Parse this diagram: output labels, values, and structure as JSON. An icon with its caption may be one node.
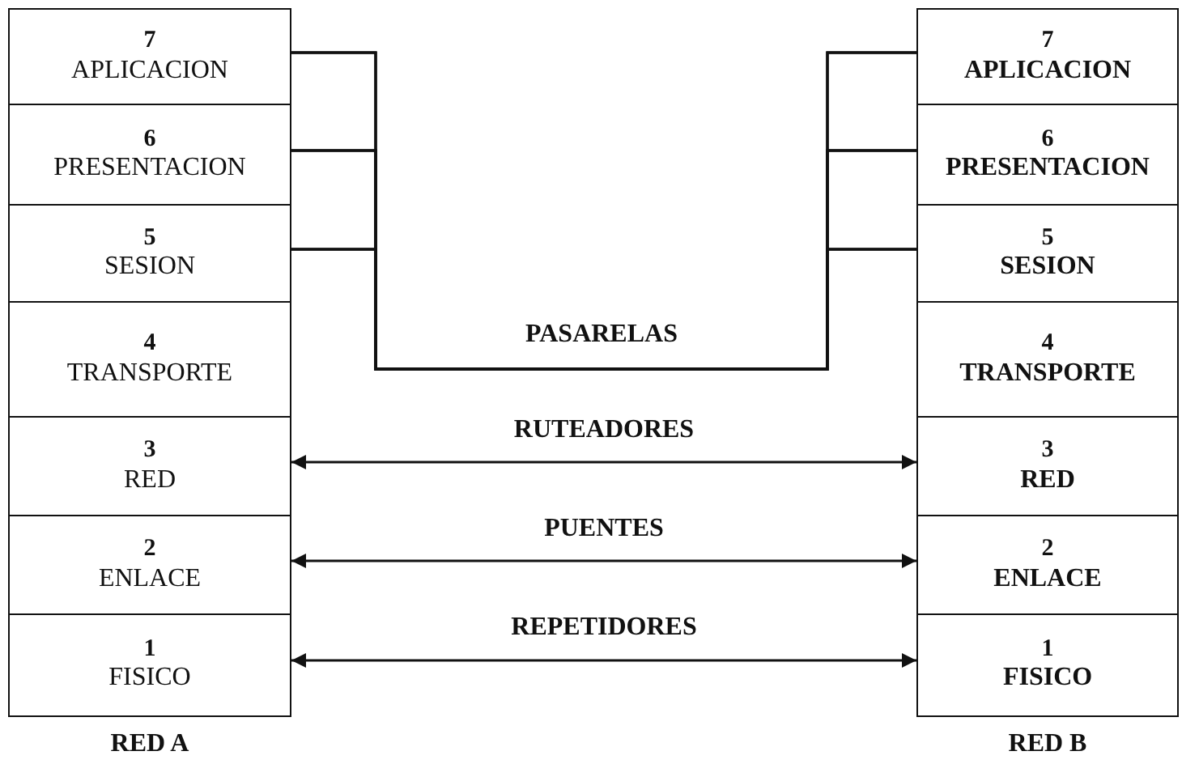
{
  "diagram": {
    "nodes": [
      {
        "text": [
          "7",
          "APLICACION"
        ]
      },
      {
        "text": [
          "6",
          "PRESENTACION"
        ]
      },
      {
        "text": [
          "5",
          "SESION"
        ]
      },
      {
        "text": [
          "4",
          "TRANSPORTE"
        ]
      },
      {
        "text": [
          "3",
          "RED"
        ]
      },
      {
        "text": [
          "2",
          "ENLACE"
        ]
      },
      {
        "text": [
          "1",
          "FISICO"
        ]
      },
      {
        "text": [
          "7",
          "APLICACION"
        ]
      },
      {
        "text": [
          "6",
          "PRESENTACION"
        ]
      },
      {
        "text": [
          "5",
          "SESION"
        ]
      },
      {
        "text": [
          "4",
          "TRANSPORTE"
        ]
      },
      {
        "text": [
          "3",
          "RED"
        ]
      },
      {
        "text": [
          "2",
          "ENLACE"
        ]
      },
      {
        "text": [
          "1",
          "FISICO"
        ]
      }
    ],
    "edges": [
      {
        "from": 0,
        "to": 7,
        "arrow": "none",
        "label": "PASARELAS"
      },
      {
        "from": 0,
        "to": 8,
        "arrow": "none"
      },
      {
        "from": 0,
        "to": 9,
        "arrow": "none"
      },
      {
        "from": 1,
        "to": 7,
        "arrow": "none"
      },
      {
        "from": 1,
        "to": 8,
        "arrow": "none"
      },
      {
        "from": 1,
        "to": 9,
        "arrow": "none"
      },
      {
        "from": 2,
        "to": 7,
        "arrow": "none"
      },
      {
        "from": 2,
        "to": 8,
        "arrow": "none"
      },
      {
        "from": 2,
        "to": 9,
        "arrow": "none"
      },
      {
        "from": 4,
        "to": 11,
        "arrow": "both",
        "label": "RUTEADORES"
      },
      {
        "from": 5,
        "to": 12,
        "arrow": "both",
        "label": "PUENTES"
      },
      {
        "from": 6,
        "to": 13,
        "arrow": "both",
        "label": "REPETIDORES"
      }
    ],
    "labels": [
      "RED A",
      "RED B"
    ]
  }
}
